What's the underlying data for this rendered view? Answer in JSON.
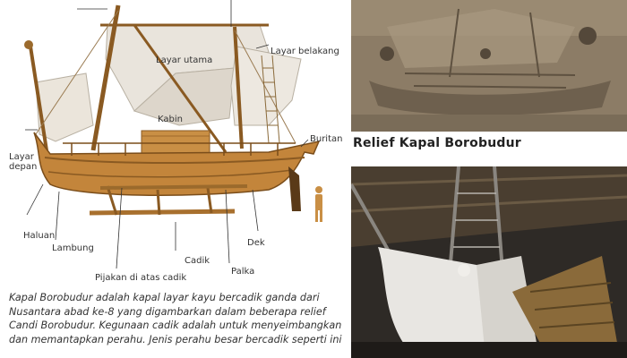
{
  "labels": {
    "layar_utama": "Layar utama",
    "layar_belakang": "Layar belakang",
    "kabin": "Kabin",
    "buritan": "Buritan",
    "layar_depan_1": "Layar",
    "layar_depan_2": "depan",
    "haluan": "Haluan",
    "lambung": "Lambung",
    "dek": "Dek",
    "pijakan": "Pijakan di atas cadik",
    "cadik": "Cadik",
    "palka": "Palka"
  },
  "caption": "Relief Kapal Borobudur",
  "description": "Kapal Borobudur adalah kapal layar kayu bercadik ganda dari Nusantara abad ke-8 yang digambarkan dalam beberapa relief Candi Borobudur. Kegunaan cadik adalah untuk menyeimbangkan dan memantapkan perahu. Jenis perahu besar bercadik seperti ini"
}
